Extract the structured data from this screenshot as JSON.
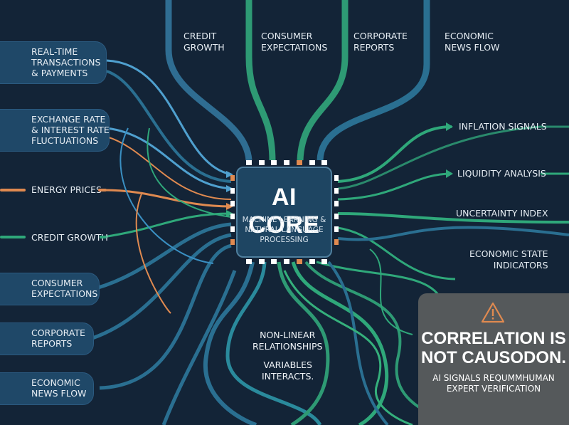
{
  "inputs": [
    {
      "id": "realtime",
      "text": "REAL-TIME\nTRANSACTIONS\n& PAYMENTS",
      "style": "pill",
      "color": "#3a8fc2"
    },
    {
      "id": "exchange",
      "text": "EXCHANGE RATE\n& INTEREST RATE\nFLUCTUATIONS",
      "style": "pill",
      "color": "#3a8fc2"
    },
    {
      "id": "energy",
      "text": "ENERGY PRICES",
      "style": "line",
      "color": "#e08a50"
    },
    {
      "id": "credit",
      "text": "CREDIT GROWTH",
      "style": "line",
      "color": "#2fa87a"
    },
    {
      "id": "consumer",
      "text": "CONSUMER\nEXPECTATIONS",
      "style": "pill",
      "color": "#3a8fc2"
    },
    {
      "id": "corporate",
      "text": "CORPORATE\nREPORTS",
      "style": "pill",
      "color": "#3a8fc2"
    },
    {
      "id": "econnews",
      "text": "ECONOMIC\nNEWS FLOW",
      "style": "pill",
      "color": "#3a8fc2"
    }
  ],
  "top_labels": [
    {
      "id": "credit-growth",
      "text": "CREDIT\nGROWTH"
    },
    {
      "id": "consumer-expectations",
      "text": "CONSUMER\nEXPECTATIONS"
    },
    {
      "id": "corporate-reports",
      "text": "CORPORATE\nREPORTS"
    },
    {
      "id": "economic-news-flow",
      "text": "ECONOMIC\nNEWS FLOW"
    }
  ],
  "outputs": [
    {
      "id": "inflation",
      "text": "INFLATION SIGNALS"
    },
    {
      "id": "liquidity",
      "text": "LIQUIDITY ANALYSIS"
    },
    {
      "id": "uncertainty",
      "text": "UNCERTAINTY INDEX"
    },
    {
      "id": "econstate",
      "text": "ECONOMIC STATE\nINDICATORS"
    }
  ],
  "core": {
    "title": "AI CORE",
    "subtitle": "MACHINE LEARNING &\nNATURAL LANGUAGE\nPROCESSING"
  },
  "notes": {
    "nonlinear": "NON-LINEAR\nRELATIONSHIPS",
    "variables": "VARIABLES\nINTERACTS."
  },
  "warning": {
    "icon": "warning-triangle-icon",
    "title": "CORRELATION IS\nNOT CAUSODON.",
    "subtitle": "AI SIGNALS REQUMMHUMAN\nEXPERT VERIFICATION"
  },
  "colors": {
    "background": "#132437",
    "blue": "#3a8fc2",
    "teal": "#2a6f91",
    "green": "#2fa87a",
    "orange": "#e08a50",
    "panel": "#55595b"
  }
}
